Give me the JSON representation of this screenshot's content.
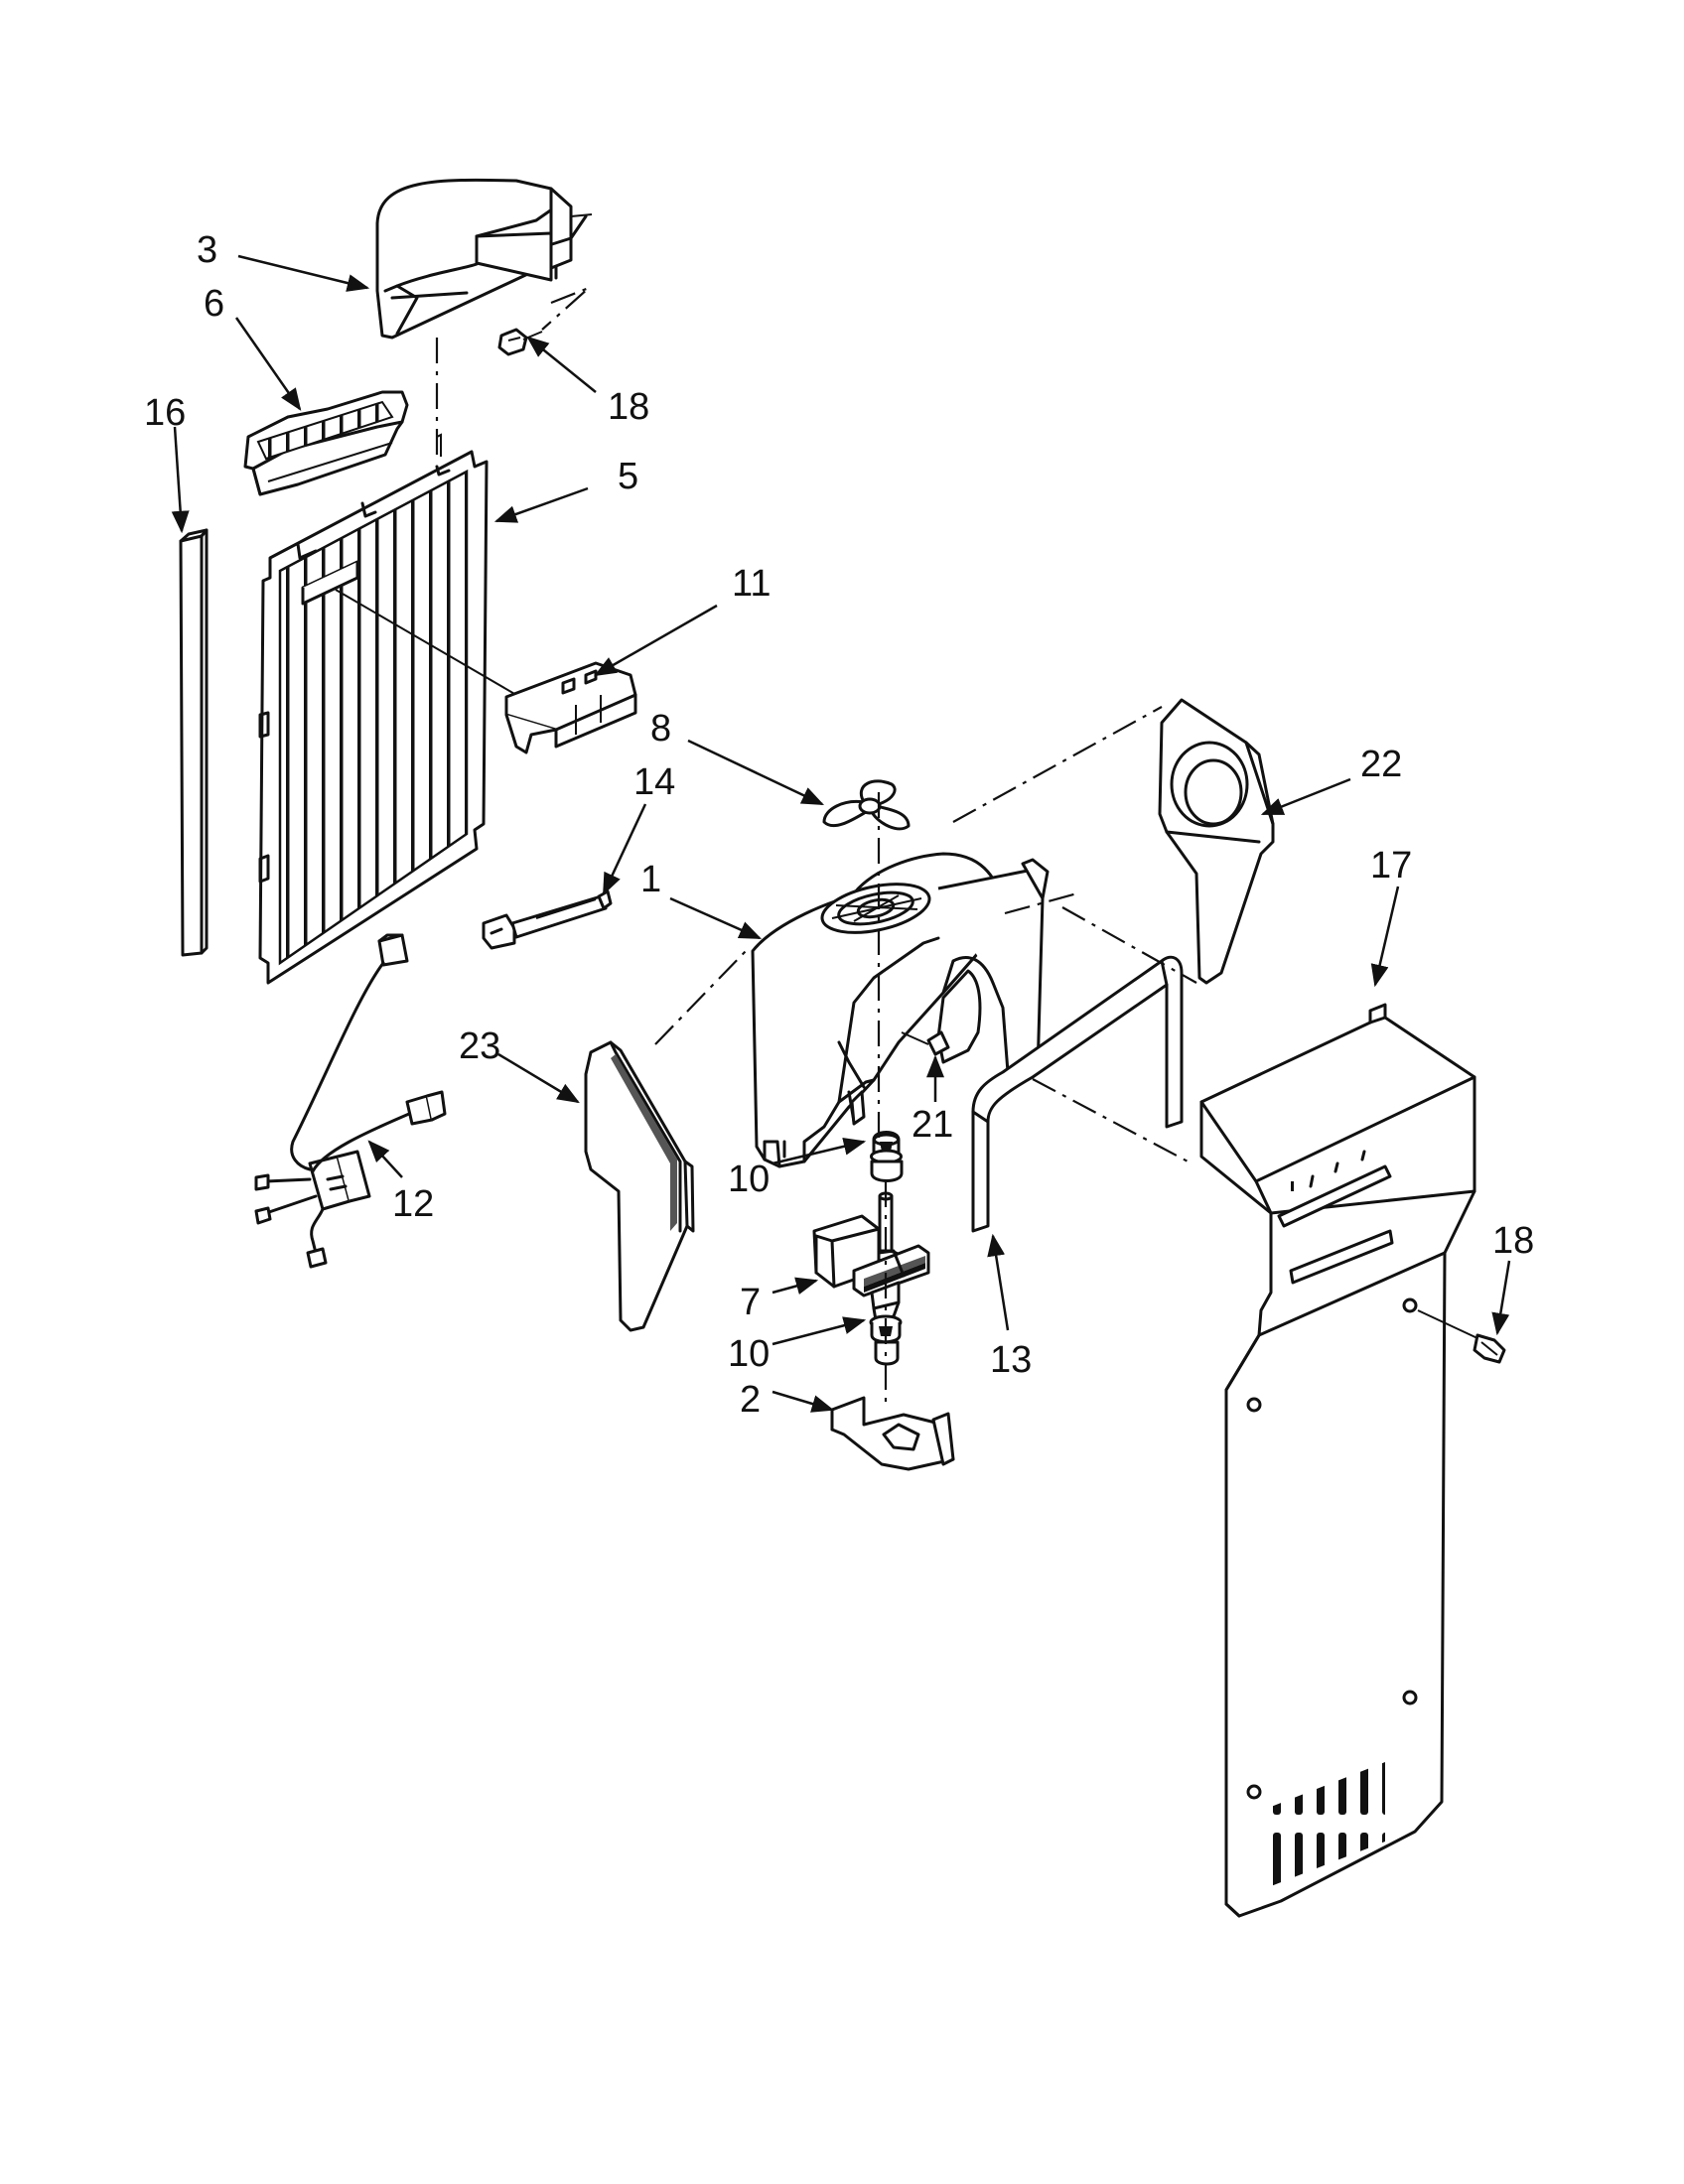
{
  "callouts": [
    {
      "id": "3",
      "label": "3"
    },
    {
      "id": "6",
      "label": "6"
    },
    {
      "id": "16",
      "label": "16"
    },
    {
      "id": "18a",
      "label": "18"
    },
    {
      "id": "5",
      "label": "5"
    },
    {
      "id": "11",
      "label": "11"
    },
    {
      "id": "8",
      "label": "8"
    },
    {
      "id": "22",
      "label": "22"
    },
    {
      "id": "14",
      "label": "14"
    },
    {
      "id": "1",
      "label": "1"
    },
    {
      "id": "17",
      "label": "17"
    },
    {
      "id": "23",
      "label": "23"
    },
    {
      "id": "21",
      "label": "21"
    },
    {
      "id": "10a",
      "label": "10"
    },
    {
      "id": "12",
      "label": "12"
    },
    {
      "id": "18b",
      "label": "18"
    },
    {
      "id": "7",
      "label": "7"
    },
    {
      "id": "10b",
      "label": "10"
    },
    {
      "id": "13",
      "label": "13"
    },
    {
      "id": "2",
      "label": "2"
    }
  ]
}
